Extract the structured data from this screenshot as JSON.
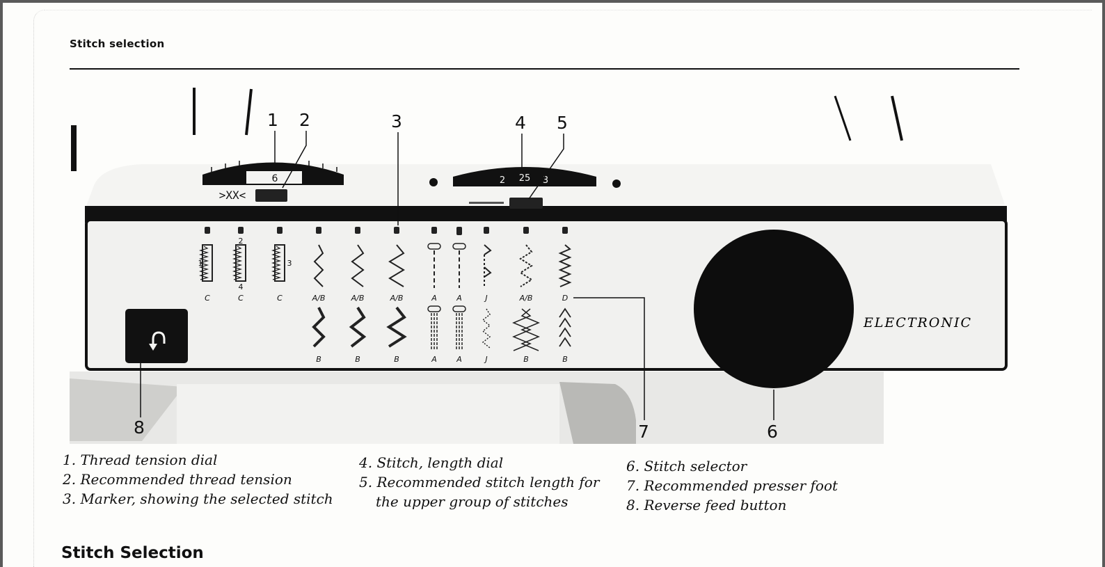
{
  "document": {
    "section_header": "Stitch selection",
    "section_title": "Stitch Selection"
  },
  "figure": {
    "brand": "ELECTRONIC",
    "callouts": [
      "1",
      "2",
      "3",
      "4",
      "5",
      "6",
      "7",
      "8"
    ],
    "tension_dial_number": "6",
    "length_dial_numbers": [
      "2",
      "25",
      "3"
    ],
    "stitch_columns": [
      {
        "upper_label": "C",
        "lower_label": "",
        "upper_note": "1"
      },
      {
        "upper_label": "C",
        "lower_label": "",
        "upper_note": "2",
        "upper_note_b": "4"
      },
      {
        "upper_label": "C",
        "lower_label": "",
        "upper_note": "3"
      },
      {
        "upper_label": "A/B",
        "lower_label": "B"
      },
      {
        "upper_label": "A/B",
        "lower_label": "B"
      },
      {
        "upper_label": "A/B",
        "lower_label": "B"
      },
      {
        "upper_label": "A",
        "lower_label": "A"
      },
      {
        "upper_label": "A",
        "lower_label": "A"
      },
      {
        "upper_label": "J",
        "lower_label": "J"
      },
      {
        "upper_label": "A/B",
        "lower_label": "B"
      },
      {
        "upper_label": "D",
        "lower_label": "B"
      }
    ]
  },
  "legend": {
    "col1": [
      "1. Thread tension dial",
      "2. Recommended thread tension",
      "3. Marker, showing the selected stitch"
    ],
    "col2": [
      "4. Stitch, length dial",
      "5. Recommended stitch length for",
      "the upper group of stitches"
    ],
    "col3": [
      "6. Stitch selector",
      "7. Recommended presser foot",
      "8. Reverse feed button"
    ]
  }
}
